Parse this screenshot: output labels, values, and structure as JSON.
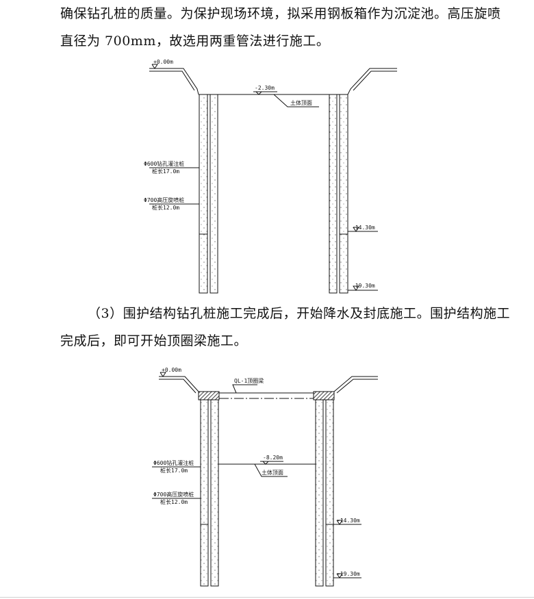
{
  "paragraph1": {
    "line1": "确保钻孔桩的质量。为保护现场环境，拟采用钢板箱作为沉淀池。高压旋喷",
    "line2": "直径为 700mm，故选用两重管法进行施工。"
  },
  "paragraph2": {
    "line1": "（3）围护结构钻孔桩施工完成后，开始降水及封底施工。围护结构施工",
    "line2": "完成后，即可开始顶圈梁施工。"
  },
  "figure1": {
    "ground_level": "+0.00m",
    "excavation_level": "-2.30m",
    "soil_surface": "土体顶面",
    "bored_pile": "Φ600钻孔灌注桩",
    "bored_pile_length": "桩长17.0m",
    "jet_pile": "Φ700高压旋喷桩",
    "jet_pile_length": "桩长12.0m",
    "level_jet_bottom": "-14.30m",
    "level_pile_bottom": "-19.30m"
  },
  "figure2": {
    "ground_level": "+0.00m",
    "crown_beam": "QL-1顶圈梁",
    "excavation_level": "-8.20m",
    "soil_surface": "土体顶面",
    "bored_pile": "Φ600钻孔灌注桩",
    "bored_pile_length": "桩长17.0m",
    "jet_pile": "Φ700高压旋喷桩",
    "jet_pile_length": "桩长12.0m",
    "level_jet_bottom": "-14.30m",
    "level_pile_bottom": "-19.30m"
  }
}
